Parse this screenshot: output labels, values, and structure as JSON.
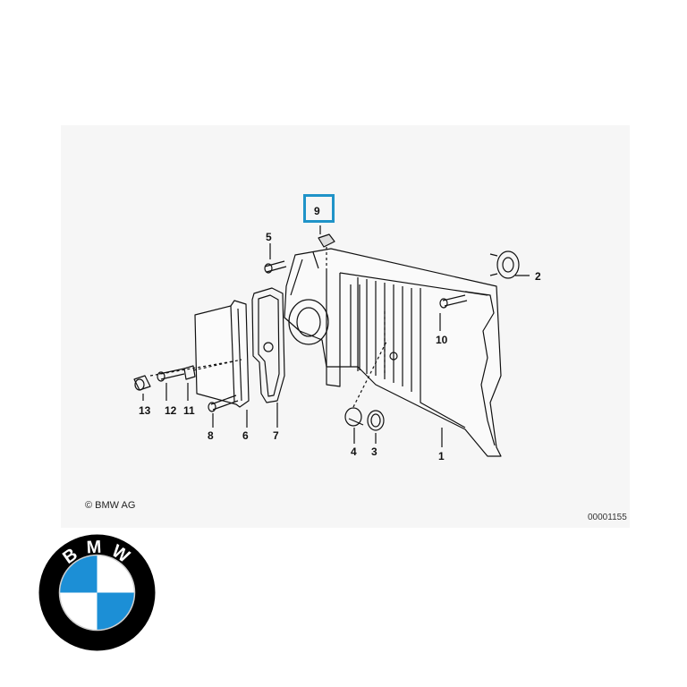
{
  "parts": {
    "p1": "1",
    "p2": "2",
    "p3": "3",
    "p4": "4",
    "p5": "5",
    "p6": "6",
    "p7": "7",
    "p8": "8",
    "p9": "9",
    "p10": "10",
    "p11": "11",
    "p12": "12",
    "p13": "13"
  },
  "highlighted_part": "9",
  "copyright": "© BMW AG",
  "document_number": "00001155",
  "logo": {
    "letters": [
      "B",
      "M",
      "W"
    ],
    "colors": {
      "ring": "#000000",
      "blue": "#1c8fd6",
      "white": "#ffffff"
    }
  },
  "colors": {
    "highlight": "#1f93c8",
    "line": "#111111",
    "panel": "#f6f6f6"
  }
}
